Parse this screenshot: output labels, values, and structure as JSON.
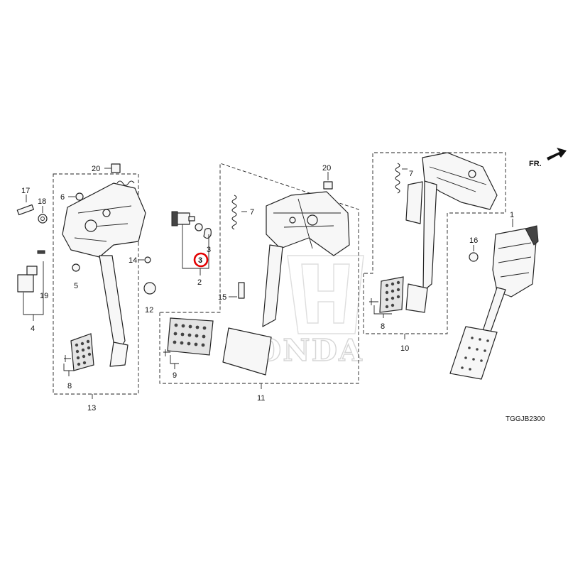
{
  "diagram": {
    "diagram_code": "TGGJB2300",
    "direction_label": "FR.",
    "watermark": "HONDA",
    "highlighted_callout": "3",
    "highlight_color": "#e30000",
    "callouts": [
      "20",
      "17",
      "18",
      "6",
      "14",
      "5",
      "12",
      "4",
      "19",
      "8",
      "13",
      "2",
      "3",
      "3",
      "7",
      "15",
      "20",
      "9",
      "11",
      "7",
      "8",
      "10",
      "1",
      "16"
    ]
  }
}
